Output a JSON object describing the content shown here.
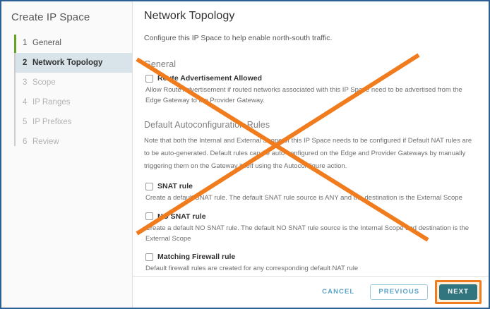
{
  "window": {
    "border_color": "#2c5f94"
  },
  "sidebar": {
    "title": "Create IP Space",
    "steps": [
      {
        "num": "1",
        "label": "General"
      },
      {
        "num": "2",
        "label": "Network Topology"
      },
      {
        "num": "3",
        "label": "Scope"
      },
      {
        "num": "4",
        "label": "IP Ranges"
      },
      {
        "num": "5",
        "label": "IP Prefixes"
      },
      {
        "num": "6",
        "label": "Review"
      }
    ]
  },
  "main": {
    "title": "Network Topology",
    "description": "Configure this IP Space to help enable north-south traffic.",
    "general": {
      "heading": "General",
      "route_advertisement": {
        "label": "Route Advertisement Allowed",
        "help": "Allow Route Advertisement if routed networks associated with this IP Space need to be advertised from the Edge Gateway to the Provider Gateway."
      }
    },
    "autoconfig": {
      "heading": "Default Autoconfiguration Rules",
      "note": "Note that both the Internal and External Scope of this IP Space needs to be configured if Default NAT rules are to be auto-generated. Default rules can be auto-configured on the Edge and Provider Gateways by manually triggering them on the Gateway itself using the Autoconfigure action.",
      "rules": [
        {
          "label": "SNAT rule",
          "help": "Create a default SNAT rule. The default SNAT rule source is ANY and the destination is the External Scope"
        },
        {
          "label": "NO SNAT rule",
          "help": "Create a default NO SNAT rule. The default NO SNAT rule source is the Internal Scope and destination is the External Scope"
        },
        {
          "label": "Matching Firewall rule",
          "help": "Default firewall rules are created for any corresponding default NAT rule"
        }
      ]
    }
  },
  "footer": {
    "cancel_label": "Cancel",
    "previous_label": "Previous",
    "next_label": "Next"
  },
  "annotation": {
    "color": "#f07c1e",
    "highlight_fill": "#faf0dc"
  }
}
